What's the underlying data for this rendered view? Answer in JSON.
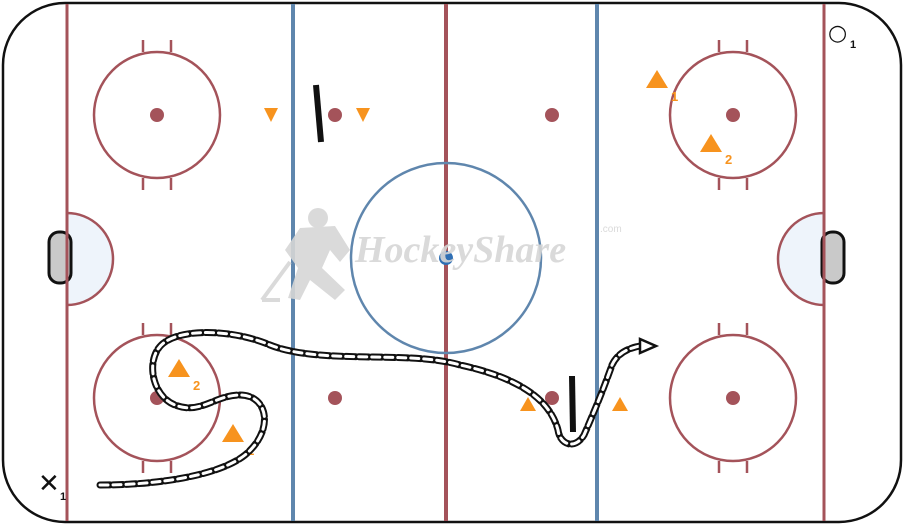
{
  "watermark": {
    "brand": "HockeyShare",
    "suffix": ".com"
  },
  "colors": {
    "red_line": "#a4535a",
    "blue_line": "#5f86ad",
    "faceoff_dot": "#a4535a",
    "center_dot": "#2f6fb4",
    "crease_fill": "#eef4fb",
    "net_fill": "#c9c9c9",
    "cone": "#f7931e",
    "skate_path": "#111111",
    "watermark": "#d6d6d6"
  },
  "players": {
    "offense": {
      "symbol": "✕",
      "sub": "1"
    },
    "defense": {
      "symbol": "○",
      "sub": "1"
    }
  },
  "cone_labels": {
    "right_top_1": "1",
    "right_top_2": "2",
    "left_bottom_1": "1",
    "left_bottom_2": "2"
  },
  "icons": [
    "cone-icon",
    "player-x-icon",
    "player-o-icon",
    "hockey-player-watermark-icon",
    "arrowhead-icon",
    "net-icon",
    "stick-obstacle-icon"
  ]
}
